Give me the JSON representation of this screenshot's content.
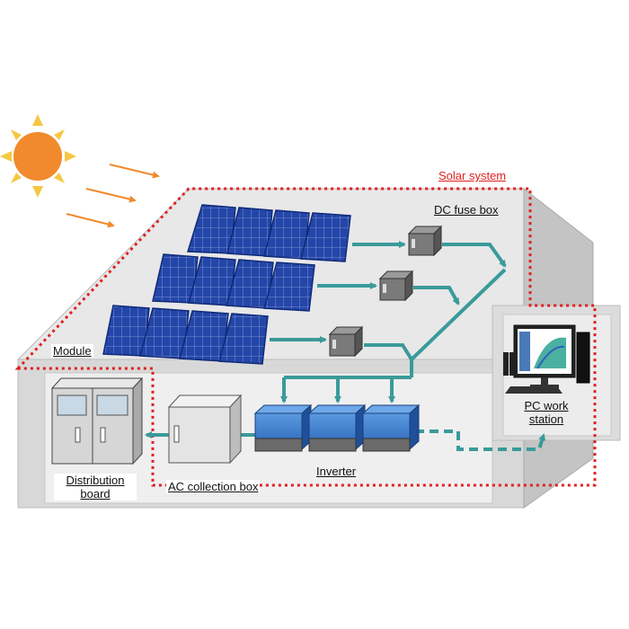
{
  "labels": {
    "solar_system": "Solar system",
    "dc_fuse_box": "DC fuse box",
    "module": "Module",
    "pc_work_station_line1": "PC work",
    "pc_work_station_line2": "station",
    "inverter": "Inverter",
    "ac_collection_box": "AC collection box",
    "distribution_board_line1": "Distribution",
    "distribution_board_line2": "board"
  },
  "colors": {
    "sun": "#f08a2c",
    "sun_ray": "#f5c842",
    "flow_arrow": "#3a9a9a",
    "solar_boundary": "#e02020",
    "panel": "#1f3fa0",
    "inverter_blue": "#2f6fc4",
    "building_top": "#e6e6e6",
    "building_side": "#cfcfcf"
  },
  "icons": [
    "sun-icon",
    "solar-panel-icon",
    "dc-fuse-box-icon",
    "inverter-icon",
    "ac-collection-box-icon",
    "distribution-board-icon",
    "pc-workstation-icon"
  ]
}
